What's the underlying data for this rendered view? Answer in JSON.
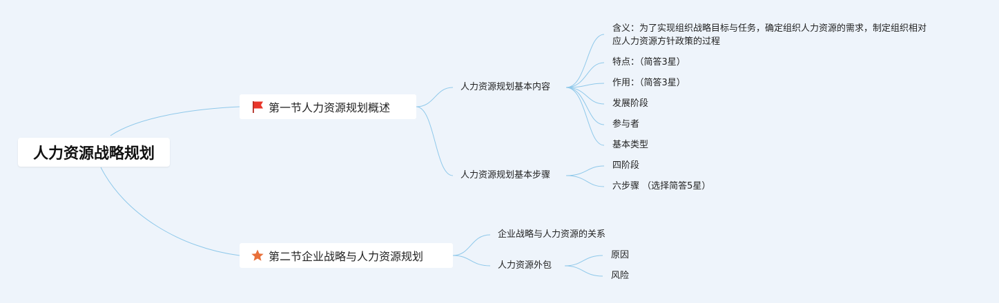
{
  "root": {
    "label": "人力资源战略规划"
  },
  "section1": {
    "label": "第一节人力资源规划概述",
    "icon": "red-flag-icon",
    "children": [
      {
        "label": "人力资源规划基本内容",
        "children": [
          "含义：为了实现组织战略目标与任务，确定组织人力资源的需求，制定组织相对",
          "应人力资源方针政策的过程",
          "特点：（简答3星）",
          "作用：（简答3星）",
          "发展阶段",
          "参与者",
          "基本类型"
        ]
      },
      {
        "label": "人力资源规划基本步骤",
        "children": [
          "四阶段",
          "六步骤 （选择简答5星）"
        ]
      }
    ]
  },
  "section2": {
    "label": "第二节企业战略与人力资源规划",
    "icon": "orange-star-icon",
    "children": [
      {
        "label": "企业战略与人力资源的关系",
        "children": []
      },
      {
        "label": "人力资源外包",
        "children": [
          "原因",
          "风险"
        ]
      }
    ]
  },
  "colors": {
    "background": "#eef4fb",
    "link": "#8ec8ea",
    "flag": "#e8362a",
    "star": "#e8703a"
  }
}
